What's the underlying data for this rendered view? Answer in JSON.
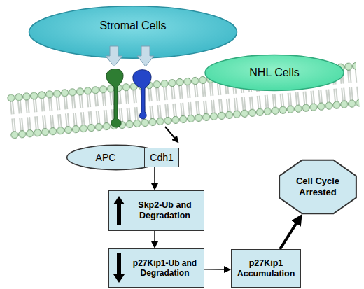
{
  "diagram": {
    "nodes": [
      {
        "text": [
          "Stromal Cells"
        ]
      },
      {
        "text": [
          "NHL Cells"
        ]
      },
      {
        "text": [
          "APC"
        ]
      },
      {
        "text": [
          "Cdh1"
        ]
      },
      {
        "text": [
          "Skp2-Ub and Degradation"
        ]
      },
      {
        "text": [
          "p27Kip1-Ub and Degradation"
        ]
      },
      {
        "text": [
          "p27Kip1 Accumulation"
        ]
      },
      {
        "text": [
          "Cell Cycle Arrested"
        ]
      }
    ],
    "edges": [
      {
        "from": 3,
        "to": 4,
        "arrow": "to"
      },
      {
        "from": 4,
        "to": 5,
        "arrow": "to"
      },
      {
        "from": 5,
        "to": 6,
        "arrow": "to"
      },
      {
        "from": 6,
        "to": 7,
        "arrow": "to"
      }
    ]
  }
}
